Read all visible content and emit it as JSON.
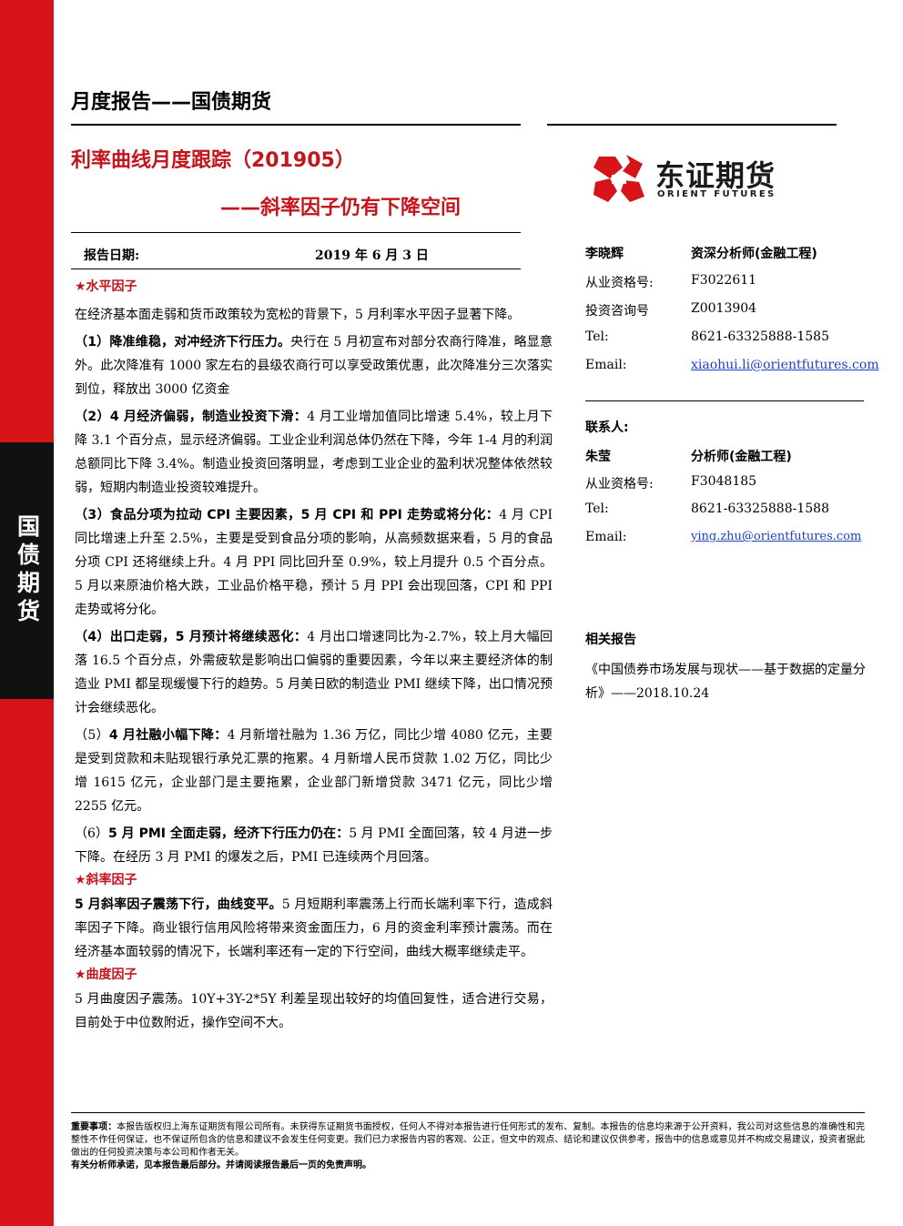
{
  "header": {
    "report_type": "月度报告——国债期货",
    "title_line1": "利率曲线月度跟踪（201905）",
    "title_line2": "——斜率因子仍有下降空间",
    "date_label": "报告日期:",
    "date_value": "2019 年 6 月 3 日"
  },
  "logo": {
    "name_cn": "东证期货",
    "name_en": "ORIENT FUTURES",
    "color": "#d7141a"
  },
  "side_tab": {
    "label": "国债期货"
  },
  "sections": {
    "level": {
      "heading": "★水平因子",
      "intro": "在经济基本面走弱和货币政策较为宽松的背景下，5 月利率水平因子显著下降。",
      "p1_bold": "（1）降准维稳，对冲经济下行压力。",
      "p1_text": "央行在 5 月初宣布对部分农商行降准，略显意外。此次降准有 1000 家左右的县级农商行可以享受政策优惠，此次降准分三次落实到位，释放出 3000 亿资金",
      "p2_bold": "（2）4 月经济偏弱，制造业投资下滑：",
      "p2_text": "4 月工业增加值同比增速 5.4%，较上月下降 3.1 个百分点，显示经济偏弱。工业企业利润总体仍然在下降，今年 1-4 月的利润总额同比下降 3.4%。制造业投资回落明显，考虑到工业企业的盈利状况整体依然较弱，短期内制造业投资较难提升。",
      "p3_bold": "（3）食品分项为拉动 CPI 主要因素，5 月 CPI 和 PPI 走势或将分化：",
      "p3_text": "4 月 CPI 同比增速上升至 2.5%，主要是受到食品分项的影响，从高频数据来看，5 月的食品分项 CPI 还将继续上升。4 月 PPI 同比回升至 0.9%，较上月提升 0.5 个百分点。5 月以来原油价格大跌，工业品价格平稳，预计 5 月 PPI 会出现回落，CPI 和 PPI 走势或将分化。",
      "p4_bold": "（4）出口走弱，5 月预计将继续恶化：",
      "p4_text": "4 月出口增速同比为-2.7%，较上月大幅回落 16.5 个百分点，外需疲软是影响出口偏弱的重要因素，今年以来主要经济体的制造业 PMI 都呈现缓慢下行的趋势。5 月美日欧的制造业 PMI 继续下降，出口情况预计会继续恶化。",
      "p5_num": "（5）",
      "p5_bold": "4 月社融小幅下降：",
      "p5_text": "4 月新增社融为 1.36 万亿，同比少增 4080 亿元，主要是受到贷款和未贴现银行承兑汇票的拖累。4 月新增人民币贷款 1.02 万亿，同比少增 1615 亿元，企业部门是主要拖累，企业部门新增贷款 3471 亿元，同比少增 2255 亿元。",
      "p6_num": "（6）",
      "p6_bold": "5 月 PMI 全面走弱，经济下行压力仍在：",
      "p6_text": "5 月 PMI 全面回落，较 4 月进一步下降。在经历 3 月 PMI 的爆发之后，PMI 已连续两个月回落。"
    },
    "slope": {
      "heading": "★斜率因子",
      "bold": "5 月斜率因子震荡下行，曲线变平。",
      "text": "5 月短期利率震荡上行而长端利率下行，造成斜率因子下降。商业银行信用风险将带来资金面压力，6 月的资金利率预计震荡。而在经济基本面较弱的情况下，长端利率还有一定的下行空间，曲线大概率继续走平。"
    },
    "curvature": {
      "heading": "★曲度因子",
      "text": "5 月曲度因子震荡。10Y+3Y-2*5Y 利差呈现出较好的均值回复性，适合进行交易，目前处于中位数附近，操作空间不大。"
    }
  },
  "analyst": {
    "name": "李晓辉",
    "title": "资深分析师(金融工程)",
    "license_label": "从业资格号:",
    "license": "F3022611",
    "consult_label": "投资咨询号",
    "consult": "Z0013904",
    "tel_label": "Tel:",
    "tel": "8621-63325888-1585",
    "email_label": "Email:",
    "email": "xiaohui.li@orientfutures.com"
  },
  "contact": {
    "heading": "联系人:",
    "name": "朱莹",
    "title": "分析师(金融工程)",
    "license_label": "从业资格号:",
    "license": "F3048185",
    "tel_label": "Tel:",
    "tel": "8621-63325888-1588",
    "email_label": "Email:",
    "email": "ying.zhu@orientfutures.com"
  },
  "related": {
    "heading": "相关报告",
    "text": "《中国债券市场发展与现状——基于数据的定量分析》——2018.10.24"
  },
  "footer": {
    "disclaimer_label": "重要事项：",
    "disclaimer_text": "本报告版权归上海东证期货有限公司所有。未获得东证期货书面授权，任何人不得对本报告进行任何形式的发布、复制。本报告的信息均来源于公开资料，我公司对这些信息的准确性和完整性不作任何保证，也不保证所包含的信息和建议不会发生任何变更。我们已力求报告内容的客观、公正，但文中的观点、结论和建议仅供参考，报告中的信息或意见并不构成交易建议，投资者据此做出的任何投资决策与本公司和作者无关。",
    "note": "有关分析师承诺，见本报告最后部分。并请阅读报告最后一页的免责声明。"
  }
}
